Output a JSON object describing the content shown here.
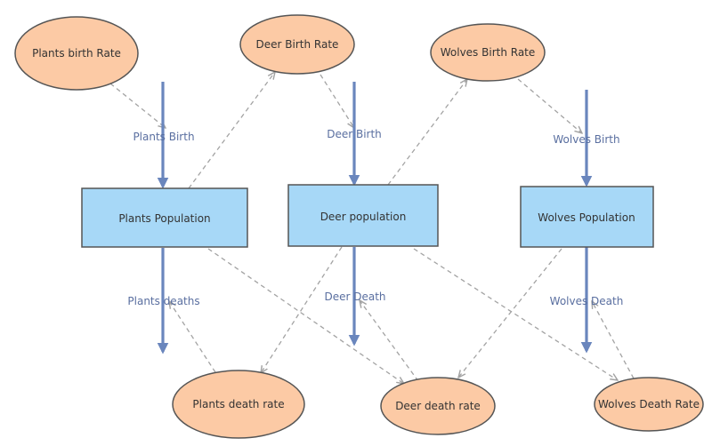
{
  "colors": {
    "ellipse_fill": "#fccaa5",
    "ellipse_stroke": "#555555",
    "box_fill": "#a7d8f7",
    "box_stroke": "#555555",
    "flow_arrow": "#6a86bd",
    "flow_label": "#5a6fa0",
    "dashed": "#a3a3a3"
  },
  "rates": {
    "plants_birth_rate": "Plants birth Rate",
    "deer_birth_rate": "Deer Birth Rate",
    "wolves_birth_rate": "Wolves Birth Rate",
    "plants_death_rate": "Plants death rate",
    "deer_death_rate": "Deer death rate",
    "wolves_death_rate": "Wolves Death Rate"
  },
  "stocks": {
    "plants_population": "Plants Population",
    "deer_population": "Deer population",
    "wolves_population": "Wolves Population"
  },
  "flows": {
    "plants_birth": "Plants Birth",
    "deer_birth": "Deer Birth",
    "wolves_birth": "Wolves Birth",
    "plants_deaths": "Plants deaths",
    "deer_death": "Deer Death",
    "wolves_death": "Wolves Death"
  }
}
